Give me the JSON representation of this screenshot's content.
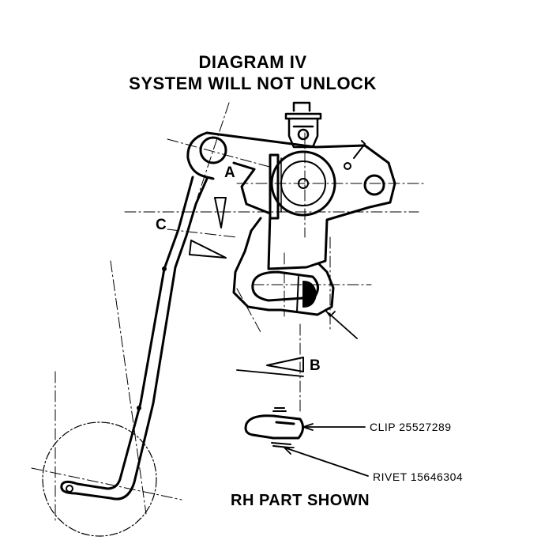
{
  "diagram": {
    "title_line1": "DIAGRAM IV",
    "title_line2": "SYSTEM WILL NOT UNLOCK",
    "labels": {
      "a": "A",
      "b": "B",
      "c": "C"
    },
    "callouts": {
      "clip": "CLIP 25527289",
      "rivet": "RIVET 15646304"
    },
    "footer": "RH PART SHOWN",
    "colors": {
      "ink": "#000000",
      "paper": "#ffffff"
    }
  }
}
